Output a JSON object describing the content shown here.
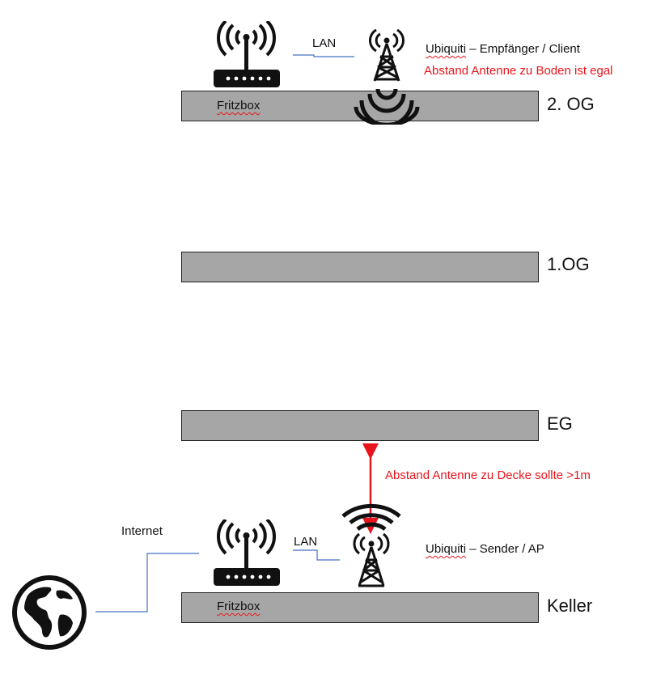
{
  "floors": {
    "og2": "2. OG",
    "og1": "1.OG",
    "eg": "EG",
    "keller": "Keller"
  },
  "top": {
    "router_label": "Fritzbox",
    "link_label": "LAN",
    "device_brand": "Ubiquiti",
    "device_role": " – Empfänger / Client",
    "note": "Abstand Antenne zu Boden ist egal"
  },
  "bottom": {
    "router_label": "Fritzbox",
    "link_label": "LAN",
    "internet_label": "Internet",
    "device_brand": "Ubiquiti",
    "device_role": " – Sender / AP",
    "note": "Abstand Antenne zu Decke sollte >1m"
  },
  "colors": {
    "floor": "#a6a6a6",
    "note": "#e8141b",
    "link": "#4472c4"
  },
  "icons": [
    "router-icon",
    "antenna-tower-icon",
    "wifi-signal-icon",
    "globe-icon"
  ]
}
